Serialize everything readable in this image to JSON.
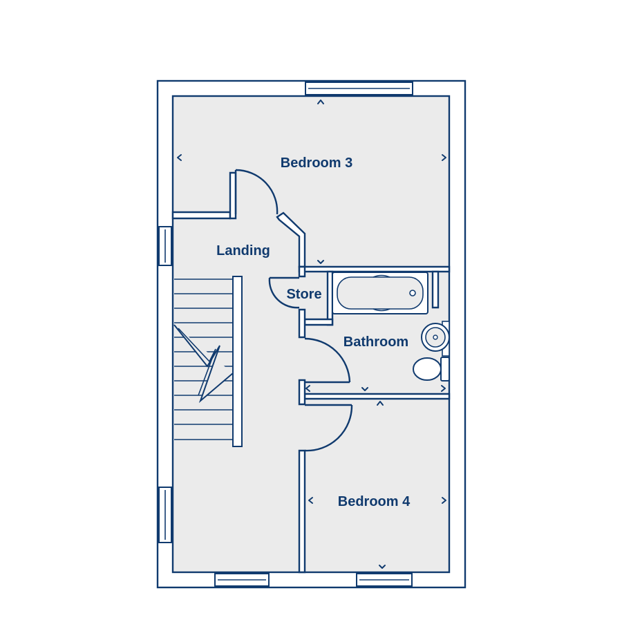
{
  "rooms": {
    "bedroom3": "Bedroom 3",
    "landing": "Landing",
    "store": "Store",
    "bathroom": "Bathroom",
    "bedroom4": "Bedroom 4"
  },
  "colors": {
    "line": "#103a6e",
    "floor": "#ebebeb",
    "wall": "#ffffff"
  },
  "icons": {
    "dimension_marker": "chevron-icon",
    "window": "window-icon",
    "bath": "bath-icon",
    "sink": "sink-icon",
    "toilet": "toilet-icon",
    "stairs": "stairs-icon",
    "door": "door-swing-icon"
  }
}
